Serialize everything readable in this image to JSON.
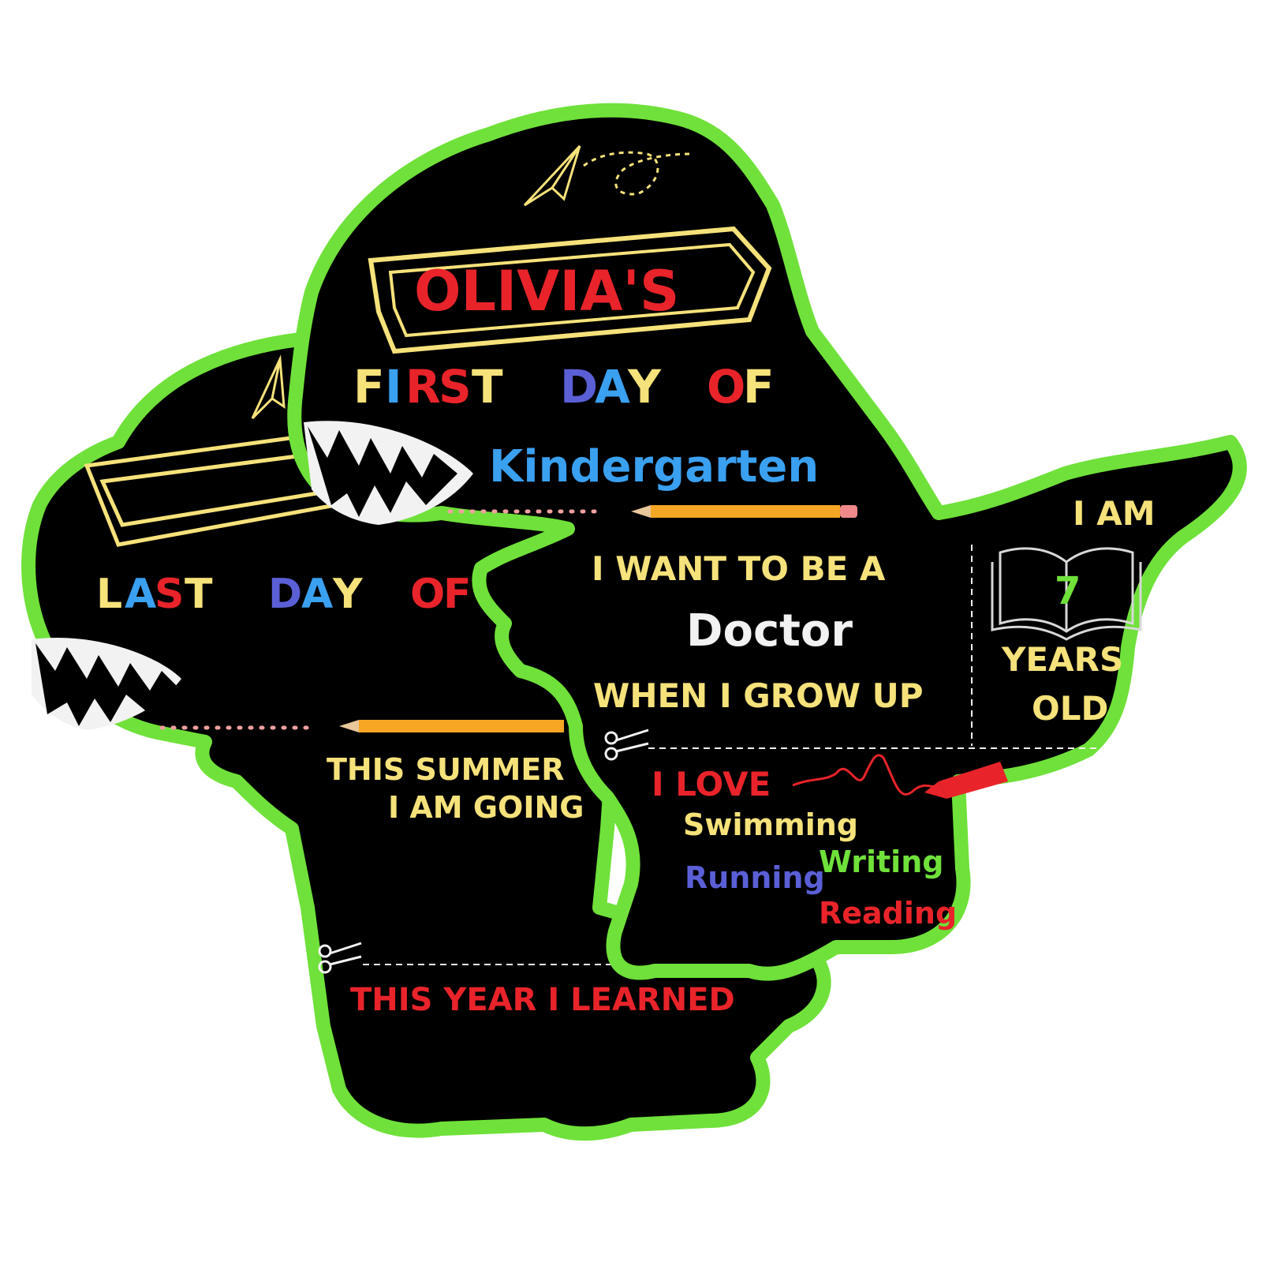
{
  "colors": {
    "board": "#000000",
    "border": "#6fe13a",
    "yellow": "#f6e27a",
    "red": "#e8242a",
    "blue": "#3aa0f0",
    "white": "#f2f2f2",
    "green_num": "#6fe13a",
    "purple": "#5b5fd6",
    "pink_dots": "#f0a0a0",
    "pencil": "#f5a623"
  },
  "back_board": {
    "header": {
      "letters": [
        "L",
        "A",
        "S",
        "T",
        " ",
        "D",
        "A",
        "Y",
        " ",
        "O",
        "F"
      ]
    },
    "summer_line1": "THIS SUMMER",
    "summer_line2": "I AM GOING",
    "learned": "THIS YEAR I LEARNED"
  },
  "front_board": {
    "name": "OLIVIA'S",
    "header": {
      "letters": [
        "F",
        "I",
        "R",
        "S",
        "T",
        " ",
        "D",
        "A",
        "Y",
        " ",
        "O",
        "F"
      ]
    },
    "grade": "Kindergarten",
    "want_line1": "I WANT TO BE A",
    "job": "Doctor",
    "want_line2": "WHEN I GROW UP",
    "age_top": "I AM",
    "age": "7",
    "age_line1": "YEARS",
    "age_line2": "OLD",
    "love_title": "I LOVE",
    "loves": [
      "Swimming",
      "Writing",
      "Running",
      "Reading"
    ]
  },
  "icons": [
    "paper-plane-icon",
    "pencil-icon",
    "scissors-icon",
    "open-book-icon",
    "crayon-icon",
    "dinosaur-teeth-icon"
  ]
}
